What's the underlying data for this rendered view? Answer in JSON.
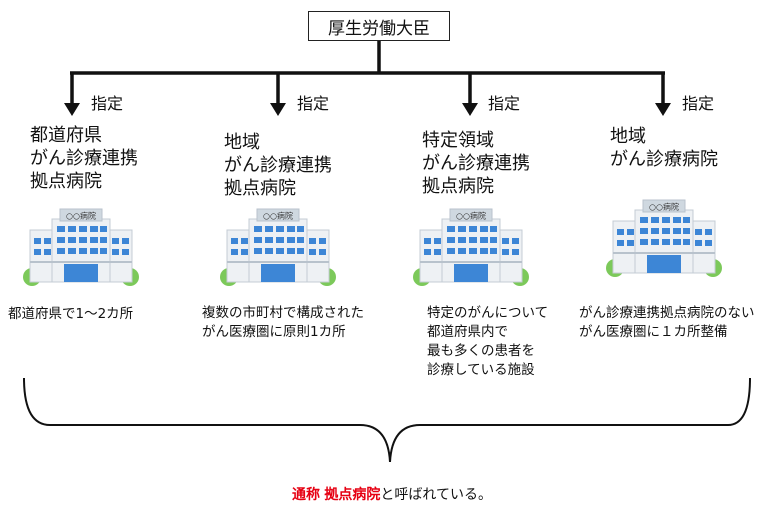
{
  "top": {
    "label": "厚生労働大臣"
  },
  "designate_label": "指定",
  "hospital_sign": "○○病院",
  "columns": [
    {
      "title": "都道府県\nがん診療連携\n拠点病院",
      "desc": "都道府県で1～2カ所"
    },
    {
      "title": "地域\nがん診療連携\n拠点病院",
      "desc": "複数の市町村で構成された\nがん医療圏に原則1カ所"
    },
    {
      "title": "特定領域\nがん診療連携\n拠点病院",
      "desc": "特定のがんについて\n都道府県内で\n最も多くの患者を\n診療している施設"
    },
    {
      "title": "地域\nがん診療病院",
      "desc": "がん診療連携拠点病院のない\nがん医療圏に１カ所整備"
    }
  ],
  "footer": {
    "highlight1": "通称",
    "highlight2": "拠点病院",
    "rest": "と呼ばれている。"
  },
  "colors": {
    "red": "#e60012",
    "building_face": "#eef1f4",
    "building_roof": "#cfd8e0",
    "window": "#3d86d6",
    "tree": "#7cc95a"
  }
}
